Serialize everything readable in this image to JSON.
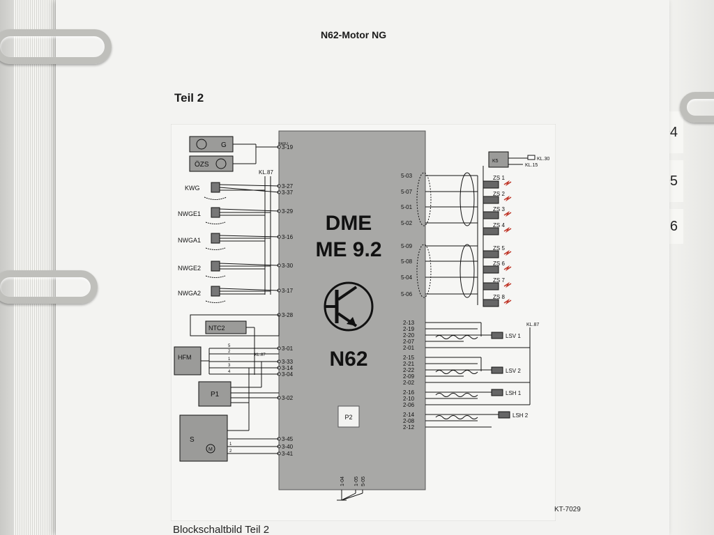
{
  "header": {
    "title": "N62-Motor NG"
  },
  "section": {
    "title": "Teil 2"
  },
  "figure": {
    "code": "KT-7029",
    "caption": "Blockschaltbild Teil 2"
  },
  "side_tabs": [
    "04",
    "05",
    "6"
  ],
  "ecu": {
    "line1": "DME",
    "line2": "ME 9.2",
    "line3": "N62",
    "sub_box": "P2"
  },
  "left_components": {
    "g_box": "G",
    "ozs_box": "ÖZS",
    "kl87": "KL.87",
    "kwg": "KWG",
    "nwge1": "NWGE1",
    "nwga1": "NWGA1",
    "nwge2": "NWGE2",
    "nwga2": "NWGA2",
    "ntc2": "NTC2",
    "hfm": "HFM",
    "hfm_kl87": "KL.87",
    "p1": "P1",
    "s": "S",
    "m": "M",
    "hfm_pins": [
      "5",
      "2",
      "1",
      "3",
      "4"
    ],
    "s_pins": [
      "1",
      "2"
    ],
    "rasg": "RASU"
  },
  "left_pins": [
    "3-19",
    "3-27",
    "3-37",
    "3-29",
    "3-16",
    "3-30",
    "3-17",
    "3-28",
    "3-01",
    "3-33",
    "3-14",
    "3-04",
    "3-02",
    "3-45",
    "3-40",
    "3-41"
  ],
  "right_top": {
    "k5": "K5",
    "kl30": "KL.30",
    "kl15": "KL.15",
    "pins": [
      "5-03",
      "5-07",
      "5-01",
      "5-02",
      "5-09",
      "5-08",
      "5-04",
      "5-06"
    ],
    "coils": [
      "ZS 1",
      "ZS 2",
      "ZS 3",
      "ZS 4",
      "ZS 5",
      "ZS 6",
      "ZS 7",
      "ZS 8"
    ]
  },
  "right_bottom": {
    "kl87": "KL.87",
    "pins": [
      "2-13",
      "2-19",
      "2-20",
      "2-07",
      "2-01",
      "2-15",
      "2-21",
      "2-22",
      "2-09",
      "2-02",
      "2-16",
      "2-10",
      "2-06",
      "2-14",
      "2-08",
      "2-12"
    ],
    "sensors": [
      "LSV 1",
      "LSV 2",
      "LSH 1",
      "LSH 2"
    ]
  },
  "bottom_pins": [
    "1-04",
    "1-05",
    "5-05"
  ]
}
